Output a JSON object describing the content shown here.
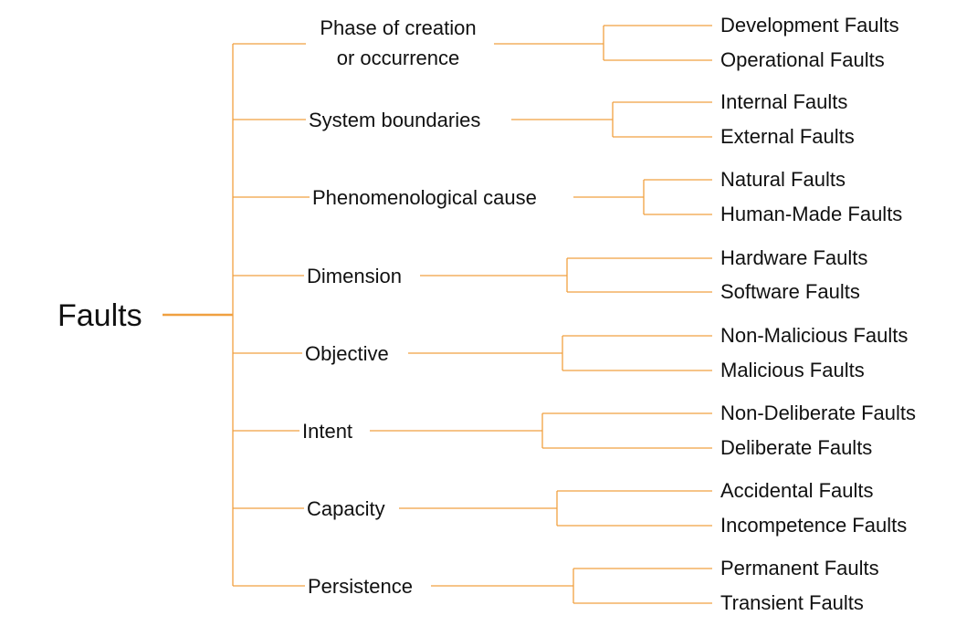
{
  "root": "Faults",
  "colors": {
    "line": "#f0a040",
    "text": "#111111"
  },
  "categories": [
    {
      "label": [
        "Phase of creation",
        "or occurrence"
      ],
      "children": [
        "Development Faults",
        "Operational Faults"
      ]
    },
    {
      "label": [
        "System boundaries"
      ],
      "children": [
        "Internal Faults",
        "External Faults"
      ]
    },
    {
      "label": [
        "Phenomenological cause"
      ],
      "children": [
        "Natural Faults",
        "Human-Made Faults"
      ]
    },
    {
      "label": [
        "Dimension"
      ],
      "children": [
        "Hardware Faults",
        "Software Faults"
      ]
    },
    {
      "label": [
        "Objective"
      ],
      "children": [
        "Non-Malicious Faults",
        "Malicious Faults"
      ]
    },
    {
      "label": [
        "Intent"
      ],
      "children": [
        "Non-Deliberate Faults",
        "Deliberate Faults"
      ]
    },
    {
      "label": [
        "Capacity"
      ],
      "children": [
        "Accidental Faults",
        "Incompetence Faults"
      ]
    },
    {
      "label": [
        "Persistence"
      ],
      "children": [
        "Permanent Faults",
        "Transient Faults"
      ]
    }
  ]
}
